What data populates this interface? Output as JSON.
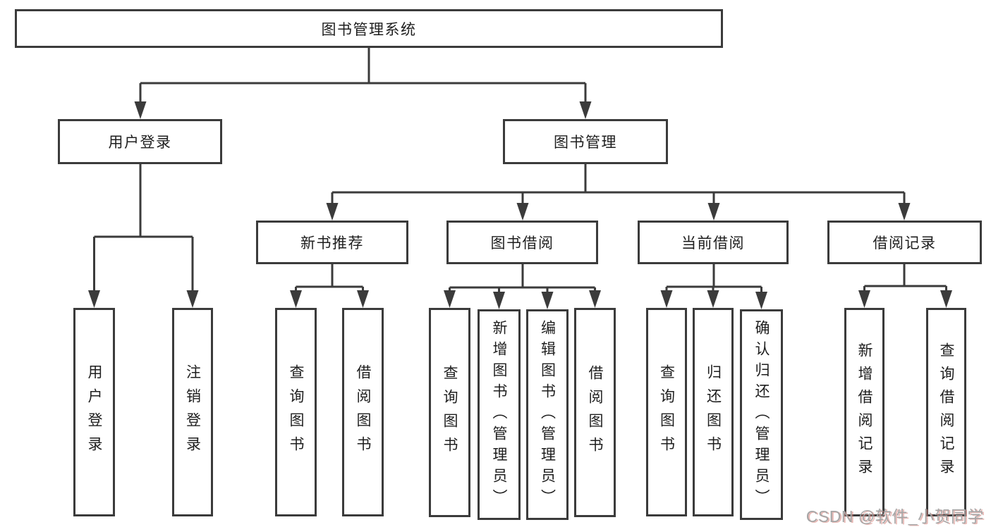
{
  "diagram": {
    "title": "图书管理系统",
    "nodes": [
      {
        "id": "root",
        "label": "图书管理系统",
        "parent": null,
        "orientation": "horizontal"
      },
      {
        "id": "user-login",
        "label": "用户登录",
        "parent": "root",
        "orientation": "horizontal"
      },
      {
        "id": "book-mgmt",
        "label": "图书管理",
        "parent": "root",
        "orientation": "horizontal"
      },
      {
        "id": "new-book-rec",
        "label": "新书推荐",
        "parent": "book-mgmt",
        "orientation": "horizontal"
      },
      {
        "id": "book-borrow",
        "label": "图书借阅",
        "parent": "book-mgmt",
        "orientation": "horizontal"
      },
      {
        "id": "current-borrow",
        "label": "当前借阅",
        "parent": "book-mgmt",
        "orientation": "horizontal"
      },
      {
        "id": "borrow-record",
        "label": "借阅记录",
        "parent": "book-mgmt",
        "orientation": "horizontal"
      },
      {
        "id": "login",
        "label": "用户登录",
        "parent": "user-login",
        "orientation": "vertical"
      },
      {
        "id": "logout",
        "label": "注销登录",
        "parent": "user-login",
        "orientation": "vertical"
      },
      {
        "id": "nb-query",
        "label": "查询图书",
        "parent": "new-book-rec",
        "orientation": "vertical"
      },
      {
        "id": "nb-borrow",
        "label": "借阅图书",
        "parent": "new-book-rec",
        "orientation": "vertical"
      },
      {
        "id": "bb-query",
        "label": "查询图书",
        "parent": "book-borrow",
        "orientation": "vertical"
      },
      {
        "id": "bb-add",
        "label": "新增图书（管理员）",
        "parent": "book-borrow",
        "orientation": "vertical"
      },
      {
        "id": "bb-edit",
        "label": "编辑图书（管理员）",
        "parent": "book-borrow",
        "orientation": "vertical"
      },
      {
        "id": "bb-borrow",
        "label": "借阅图书",
        "parent": "book-borrow",
        "orientation": "vertical"
      },
      {
        "id": "cb-query",
        "label": "查询图书",
        "parent": "current-borrow",
        "orientation": "vertical"
      },
      {
        "id": "cb-return",
        "label": "归还图书",
        "parent": "current-borrow",
        "orientation": "vertical"
      },
      {
        "id": "cb-confirm",
        "label": "确认归还（管理员）",
        "parent": "current-borrow",
        "orientation": "vertical"
      },
      {
        "id": "br-add",
        "label": "新增借阅记录",
        "parent": "borrow-record",
        "orientation": "vertical"
      },
      {
        "id": "br-query",
        "label": "查询借阅记录",
        "parent": "borrow-record",
        "orientation": "vertical"
      }
    ]
  },
  "watermark": {
    "text": "CSDN @软件_小贺同学"
  },
  "colors": {
    "line": "#3b3b3b",
    "box_border": "#3b3b3b",
    "text": "#1e1e1e",
    "background": "#ffffff",
    "watermark_gray": "#a6a6a6",
    "watermark_red": "#d67d76"
  }
}
